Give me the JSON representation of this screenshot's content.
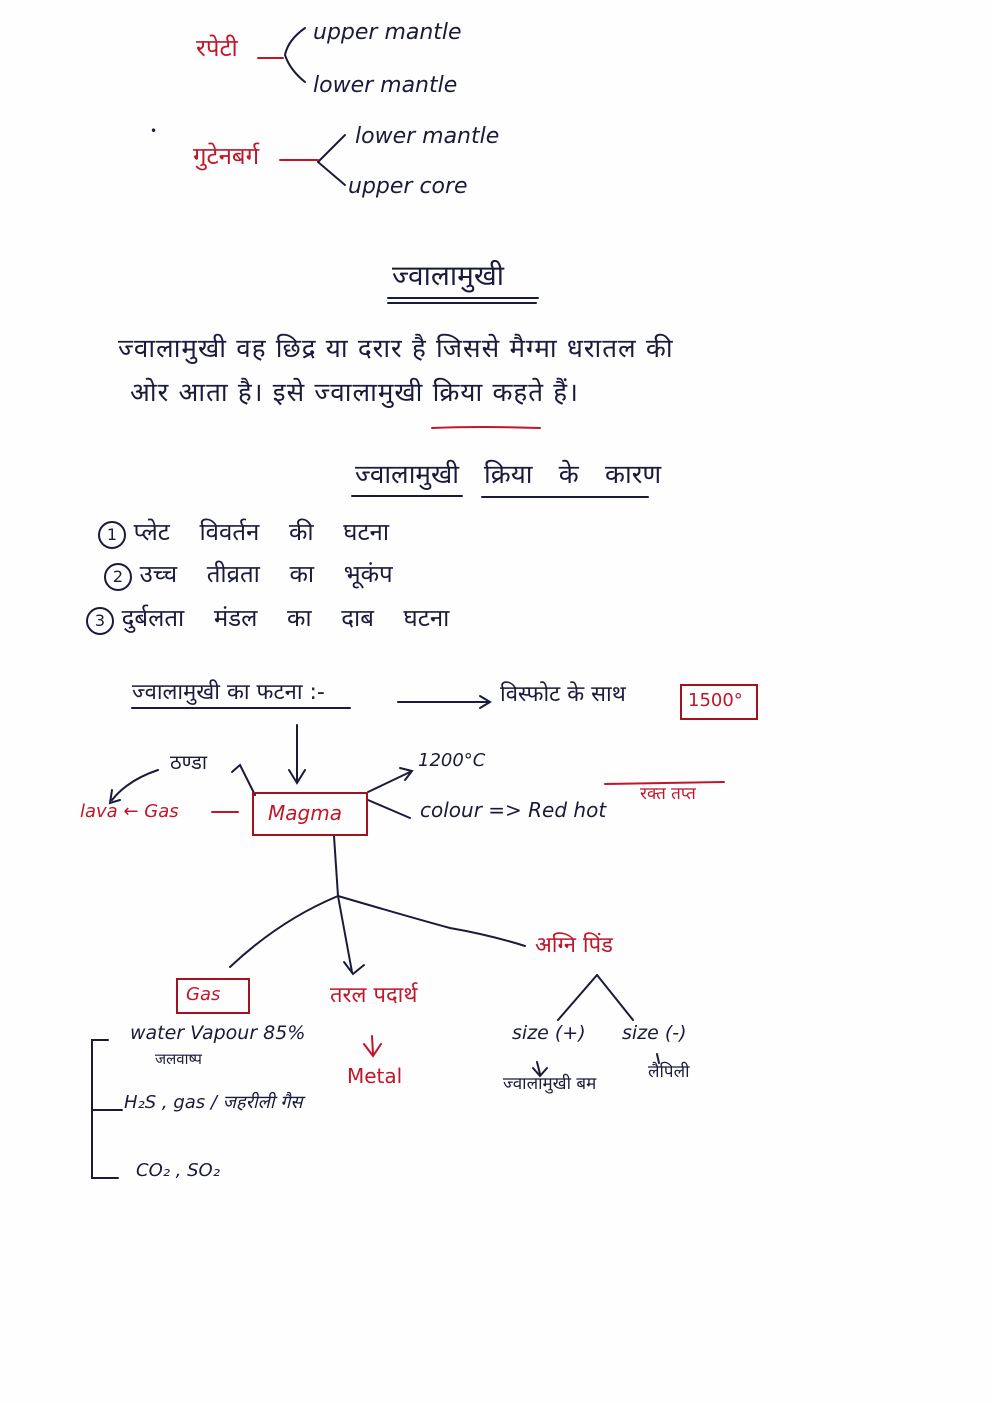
{
  "page": {
    "background": "#fefefe",
    "ink_color": "#1a1a3a",
    "accent_red": "#c0162a"
  },
  "top_section": {
    "group1": {
      "label": "रपेटी",
      "branches": [
        "upper mantle",
        "lower mantle"
      ]
    },
    "group2": {
      "label": "गुटेनबर्ग",
      "branches": [
        "lower mantle",
        "upper core"
      ]
    }
  },
  "heading": "ज्वालामुखी",
  "definition": {
    "line1": "ज्वालामुखी वह छिद्र या दरार है जिससे मैग्मा धरातल की",
    "line2_start": "ओर आता है। इसे",
    "line2_underlined": "ज्वालामुखी",
    "line2_end": "क्रिया कहते हैं।"
  },
  "causes": {
    "title_part1": "ज्वालामुखी",
    "title_part2": "क्रिया के कारण",
    "items": [
      {
        "num": "1",
        "text": "प्लेट विवर्तन की घटना"
      },
      {
        "num": "2",
        "text": "उच्च तीव्रता का भूकंप"
      },
      {
        "num": "3",
        "text": "दुर्बलता मंडल का दाब घटना"
      }
    ]
  },
  "eruption": {
    "label": "ज्वालामुखी का फटना :-",
    "arrow_text": "विस्फोट के साथ",
    "boxed_value": "1500°"
  },
  "magma_diagram": {
    "center": "Magma",
    "left_top": "ठण्डा",
    "left": "lava ← Gas",
    "right_top": "1200°C",
    "right": "colour => Red hot",
    "right_red": "रक्त तप्त"
  },
  "products": {
    "gas": {
      "label": "Gas",
      "items": [
        {
          "text": "water Vapour 85%",
          "sub": "जलवाष्प"
        },
        {
          "text": "H₂S , gas / जहरीली गैस"
        },
        {
          "text": "CO₂ , SO₂"
        }
      ]
    },
    "liquid": {
      "label": "तरल पदार्थ",
      "result": "Metal"
    },
    "fire": {
      "label": "अग्नि पिंड",
      "left": {
        "size": "size (+)",
        "result": "ज्वालामुखी बम"
      },
      "right": {
        "size": "size (-)",
        "result": "लैपिली"
      }
    }
  }
}
